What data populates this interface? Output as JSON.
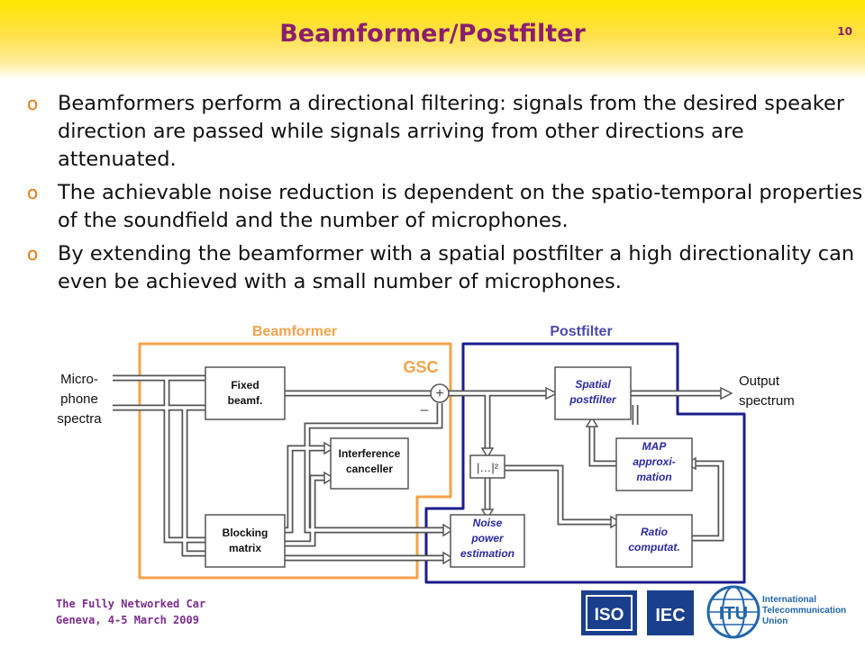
{
  "slide": {
    "title": "Beamformer/Postfilter",
    "number": "10",
    "bullets": [
      "Beamformers perform a directional filtering: signals from the desired speaker direction are passed while signals arriving from other directions are attenuated.",
      "The achievable noise reduction is dependent on the spatio-temporal properties of the soundfield and the number of microphones.",
      "By extending the beamformer with a spatial postfilter a high directionality can even be achieved with a small number of microphones."
    ],
    "bullet_marker": "o",
    "footer_line1": "The Fully Networked Car",
    "footer_line2": "Geneva, 4-5 March 2009"
  },
  "diagram": {
    "label_beamformer": "Beamformer",
    "label_postfilter": "Postfilter",
    "label_gsc": "GSC",
    "input_label": [
      "Micro-",
      "phone",
      "spectra"
    ],
    "output_label": [
      "Output",
      "spectrum"
    ],
    "fixed_beamf": [
      "Fixed",
      "beamf."
    ],
    "blocking_matrix": [
      "Blocking",
      "matrix"
    ],
    "interference_canceller": [
      "Interference",
      "canceller"
    ],
    "spatial_postfilter": [
      "Spatial",
      "postfilter"
    ],
    "map_approx": [
      "MAP",
      "approxi-",
      "mation"
    ],
    "magnitude_square": "|…|²",
    "noise_power": [
      "Noise",
      "power",
      "estimation"
    ],
    "ratio_comp": [
      "Ratio",
      "computat."
    ],
    "sum_plus": "+",
    "sum_minus": "–",
    "colors": {
      "beamformer": "#f4a24a",
      "postfilter": "#1c1c8c",
      "arrow": "#555555",
      "title": "#8b1e6f"
    }
  },
  "logos": {
    "iso": "ISO",
    "iec": "IEC",
    "itu": "ITU",
    "itu_text": [
      "International",
      "Telecommunication",
      "Union"
    ]
  }
}
